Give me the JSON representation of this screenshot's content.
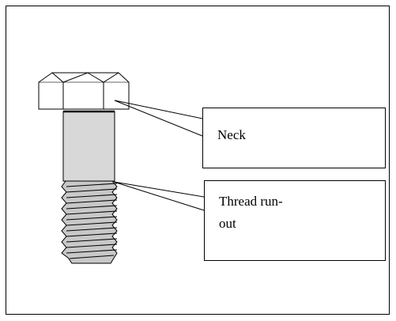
{
  "labels": {
    "neck": "Neck",
    "thread_line1": "Thread run-",
    "thread_line2": "out"
  },
  "colors": {
    "shank_fill": "#d8d8d8",
    "thread_fill": "#c8c8c8",
    "outline": "#000000"
  }
}
